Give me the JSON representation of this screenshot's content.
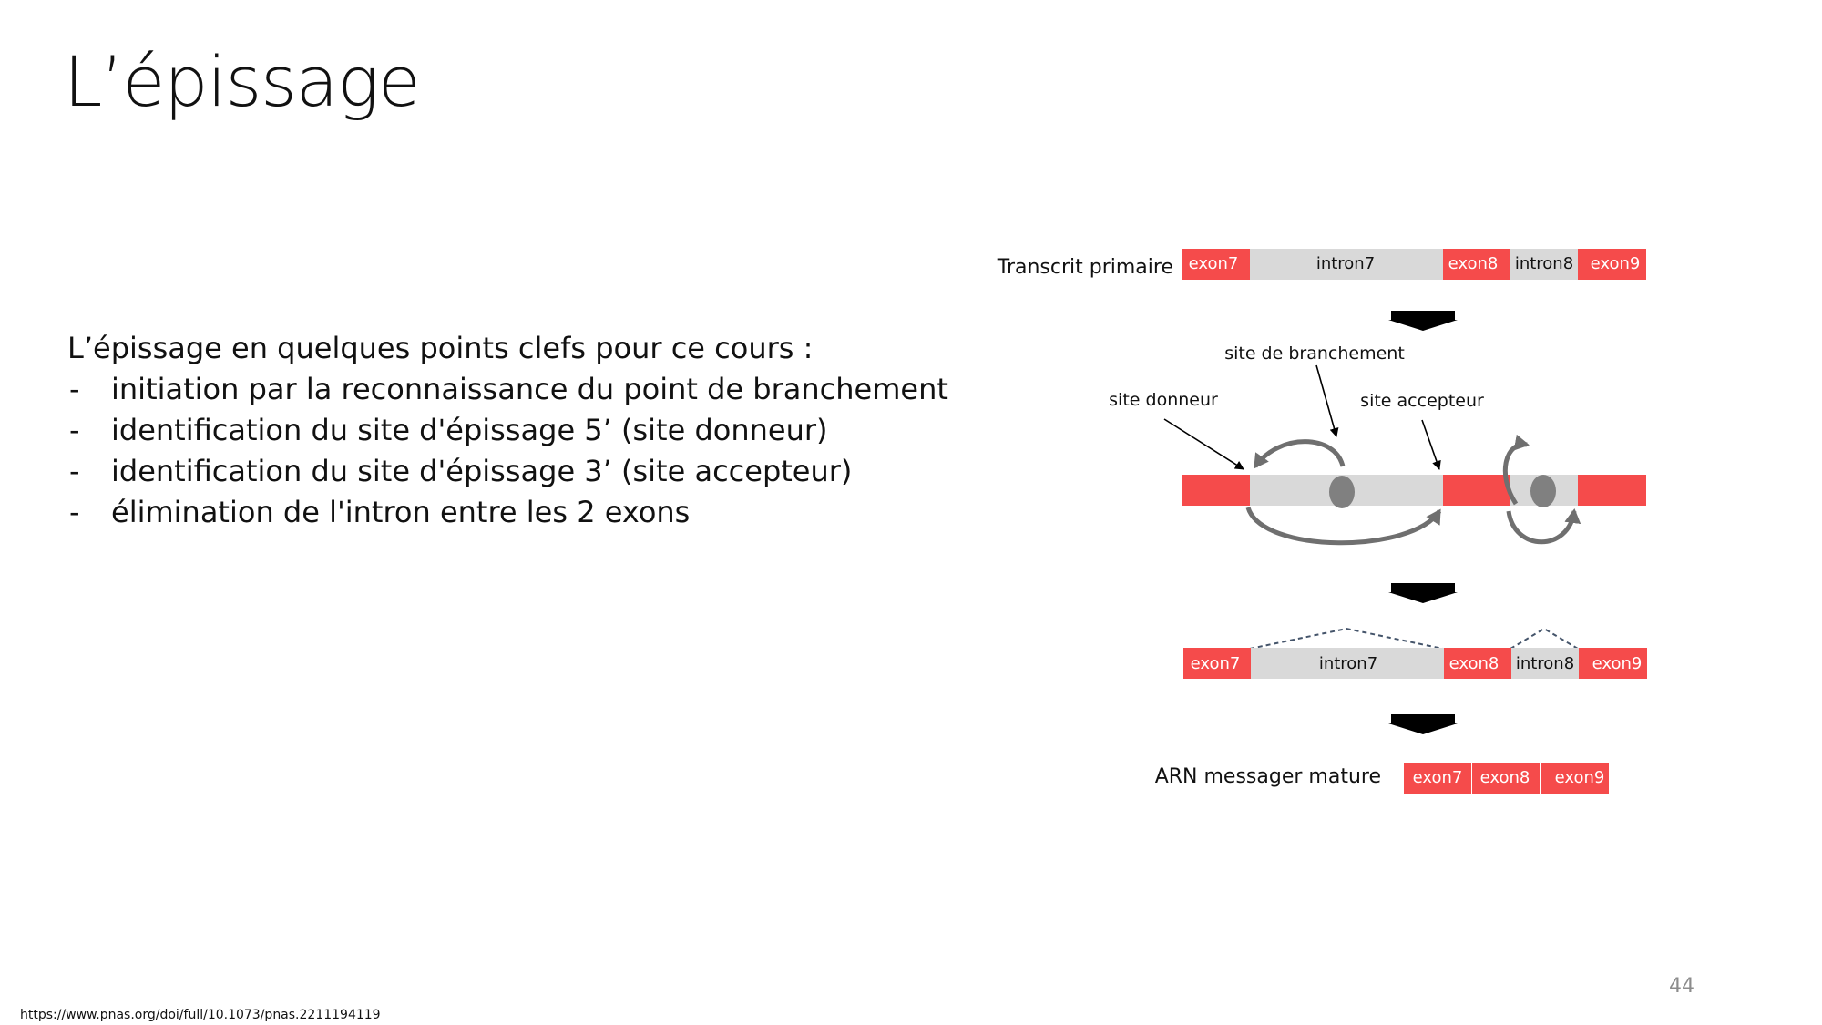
{
  "title": "L’épissage",
  "body": {
    "intro": "L’épissage en quelques points clefs pour ce cours :",
    "bullet_marker": "-",
    "bullets": [
      "initiation par la reconnaissance du point de branchement",
      "identification du site d'épissage 5’ (site donneur)",
      "identification du site d'épissage 3’ (site accepteur)",
      "élimination de l'intron entre les 2 exons"
    ]
  },
  "diagram": {
    "primary_label": "Transcrit primaire",
    "primary_segments": [
      "exon7",
      "intron7",
      "exon8",
      "intron8",
      "exon9"
    ],
    "branch_site_label": "site de branchement",
    "donor_site_label": "site donneur",
    "acceptor_site_label": "site accepteur",
    "spliced_segments": [
      "exon7",
      "intron7",
      "exon8",
      "intron8",
      "exon9"
    ],
    "mature_label": "ARN messager mature",
    "mature_segments": [
      "exon7",
      "exon8",
      "exon9"
    ]
  },
  "colors": {
    "exon": "#f54b4b",
    "intron": "#d9d9d9",
    "arrow_block": "#000000",
    "loop_arrow": "#6f6f6f",
    "branch_point": "#808080",
    "dashed_line": "#44546a"
  },
  "source": "https://www.pnas.org/doi/full/10.1073/pnas.2211194119",
  "page_number": "44"
}
